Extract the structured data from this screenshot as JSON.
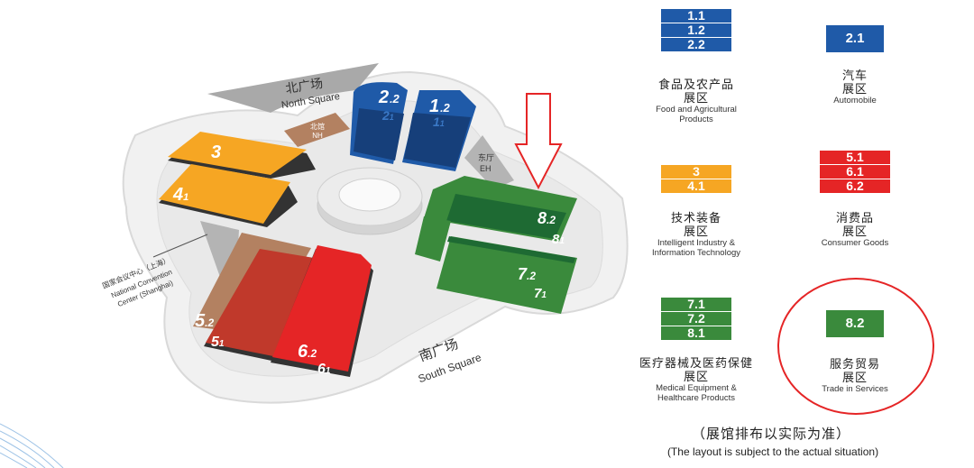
{
  "map": {
    "north_square_cn": "北广场",
    "north_square_en": "North Square",
    "south_square_cn": "南广场",
    "south_square_en": "South Square",
    "north_hall_cn": "北馆",
    "north_hall_en": "NH",
    "east_hall_cn": "东厅",
    "east_hall_en": "EH",
    "center_cn": "国家会议中心（上海）",
    "center_en_1": "National Convention",
    "center_en_2": "Center (Shanghai)",
    "halls": {
      "h2_2": {
        "major": "2",
        "minor": "2"
      },
      "h1_2": {
        "major": "1",
        "minor": "2"
      },
      "h2_1": {
        "major": "2",
        "minor": "1"
      },
      "h1_1": {
        "major": "1",
        "minor": "1"
      },
      "h3": {
        "major": "3"
      },
      "h4_1": {
        "major": "4",
        "minor": "1"
      },
      "h8_2": {
        "major": "8",
        "minor": "2"
      },
      "h8_1": {
        "major": "8",
        "minor": "1"
      },
      "h7_2": {
        "major": "7",
        "minor": "2"
      },
      "h7_1": {
        "major": "7",
        "minor": "1"
      },
      "h5_2": {
        "major": "5",
        "minor": "2"
      },
      "h5_1": {
        "major": "5",
        "minor": "1"
      },
      "h6_2": {
        "major": "6",
        "minor": "2"
      },
      "h6_1": {
        "major": "6",
        "minor": "1"
      }
    },
    "colors": {
      "blue": "#1f5aa8",
      "yellow": "#f6a623",
      "green": "#3a8a3c",
      "dark_green": "#1e6a33",
      "red": "#e52526",
      "brown": "#b38161",
      "arrow": "#e52526",
      "circle": "#e52526"
    }
  },
  "legend": {
    "food": {
      "badges": [
        "1.1",
        "1.2",
        "2.2"
      ],
      "title": "食品及农产品",
      "sub": "展区",
      "en_1": "Food and Agricultural",
      "en_2": "Products"
    },
    "auto": {
      "badges": [
        "2.1"
      ],
      "title": "汽车",
      "sub": "展区",
      "en_1": "Automobile"
    },
    "tech": {
      "badges": [
        "3",
        "4.1"
      ],
      "title": "技术装备",
      "sub": "展区",
      "en_1": "Intelligent Industry &",
      "en_2": "Information Technology"
    },
    "consumer": {
      "badges": [
        "5.1",
        "6.1",
        "6.2"
      ],
      "title": "消费品",
      "sub": "展区",
      "en_1": "Consumer Goods"
    },
    "medical": {
      "badges": [
        "7.1",
        "7.2",
        "8.1"
      ],
      "title": "医疗器械及医药保健",
      "sub": "展区",
      "en_1": "Medical Equipment &",
      "en_2": "Healthcare Products"
    },
    "services": {
      "badges": [
        "8.2"
      ],
      "title": "服务贸易",
      "sub": "展区",
      "en_1": "Trade in Services"
    }
  },
  "note": {
    "cn": "（展馆排布以实际为准）",
    "en": "(The layout is subject to the actual situation)"
  }
}
